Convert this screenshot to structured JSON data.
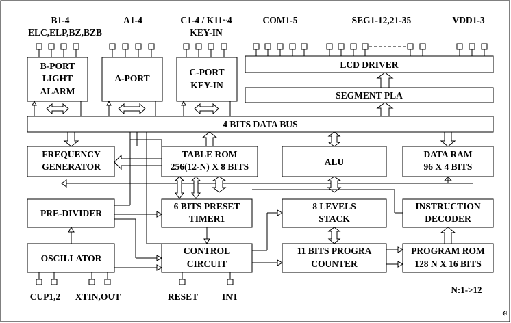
{
  "pin_groups": {
    "b_pins": "B1-4",
    "b_pins_sub": "ELC,ELP,BZ,BZB",
    "a_pins": "A1-4",
    "c_pins": "C1-4 / K11~4",
    "c_pins_sub": "KEY-IN",
    "com_pins": "COM1-5",
    "seg_pins": "SEG1-12,21-35",
    "vdd_pins": "VDD1-3",
    "cup_pins": "CUP1,2",
    "xtin_pins": "XTIN,OUT",
    "reset_pin": "RESET",
    "int_pin": "INT"
  },
  "blocks": {
    "bport": [
      "B-PORT",
      "LIGHT",
      "ALARM"
    ],
    "aport": "A-PORT",
    "cport": [
      "C-PORT",
      "KEY-IN"
    ],
    "lcd_driver": "LCD DRIVER",
    "segment_pla": "SEGMENT PLA",
    "data_bus": "4 BITS DATA BUS",
    "freq_gen": [
      "FREQUENCY",
      "GENERATOR"
    ],
    "table_rom": [
      "TABLE ROM",
      "256(12-N) X 8 BITS"
    ],
    "alu": "ALU",
    "data_ram": [
      "DATA RAM",
      "96 X 4 BITS"
    ],
    "pre_divider": "PRE-DIVIDER",
    "preset_timer": [
      "6 BITS PRESET",
      "TIMER1"
    ],
    "stack": [
      "8 LEVELS",
      "STACK"
    ],
    "instr_decoder": [
      "INSTRUCTION",
      "DECODER"
    ],
    "oscillator": "OSCILLATOR",
    "control_circuit": [
      "CONTROL",
      "CIRCUIT"
    ],
    "program_counter": [
      "11 BITS PROGRA",
      "COUNTER"
    ],
    "program_rom": [
      "PROGRAM ROM",
      "128 N X 16 BITS"
    ]
  },
  "note": "N:1->12"
}
